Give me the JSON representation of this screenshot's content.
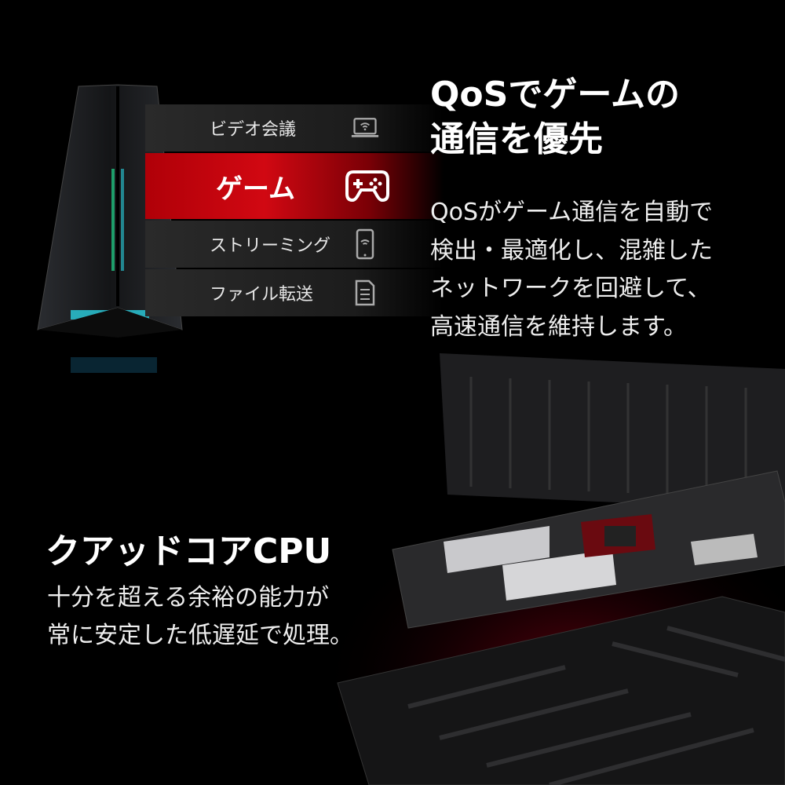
{
  "qos_menu": {
    "items": [
      {
        "label": "ビデオ会議",
        "icon": "laptop-wifi-icon"
      },
      {
        "label": "ゲーム",
        "icon": "gamepad-icon",
        "active": true
      },
      {
        "label": "ストリーミング",
        "icon": "phone-wifi-icon"
      },
      {
        "label": "ファイル転送",
        "icon": "document-icon"
      }
    ]
  },
  "qos_section": {
    "title_line1": "QoSでゲームの",
    "title_line2": "通信を優先",
    "body": [
      "QoSがゲーム通信を自動で",
      "検出・最適化し、混雑した",
      "ネットワークを回避して、",
      "高速通信を維持します。"
    ]
  },
  "cpu_section": {
    "title": "クアッドコアCPU",
    "body": [
      "十分を超える余裕の能力が",
      "常に安定した低遅延で処理。"
    ]
  },
  "colors": {
    "accent_red": "#d10812",
    "led_cyan": "#2ad0e0",
    "led_green": "#20c080"
  }
}
